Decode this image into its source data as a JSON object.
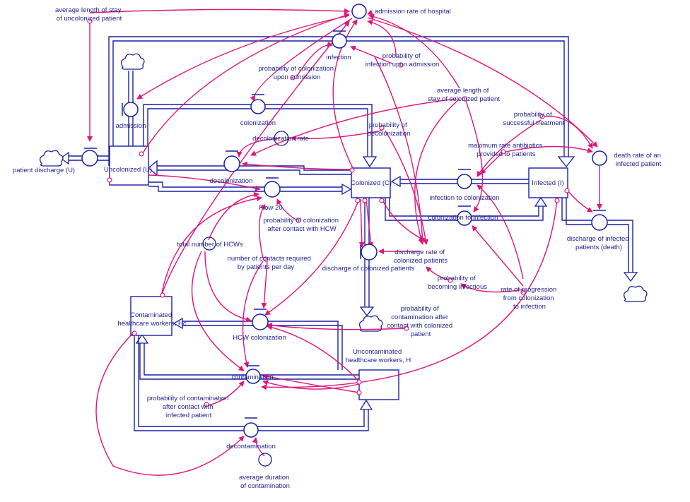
{
  "colors": {
    "flow": "#1a1fa6",
    "link": "#e0157a",
    "text": "#1f1f8f"
  },
  "stocks": {
    "uncolonized": "Uncolonized (U)",
    "colonized": "Colonized (C)",
    "infected": "Infected (I)",
    "contaminated": [
      "Contaminated",
      "healthcare workers, Hc"
    ],
    "uncontaminated": [
      "Uncontaminated",
      "healthcare workers, H"
    ]
  },
  "flows": {
    "admission": "admission",
    "patient_discharge": "patient discharge (U)",
    "colonization": "colonization",
    "decolonization": "decolonization",
    "flow20": "Flow 20",
    "infection_to_colonization": "infection to colonization",
    "colonization_to_infection": "colonization to infection",
    "discharge_colonized": "discharge of colonized patients",
    "discharge_infected": [
      "discharge of infected",
      "patients (death)"
    ],
    "hcw_colonization": "HCW colonization",
    "contamination": "contamination",
    "decontamination": "decontamination"
  },
  "variables": {
    "admission_rate": "admission rate of hospital",
    "infection": "infection",
    "avg_stay_uncolonized": [
      "average length of stay",
      "of uncolonized patient"
    ],
    "prob_infection_admission": [
      "probability of",
      "infection upon admission"
    ],
    "prob_colonization_admission": [
      "probability of colonization",
      "upon admission"
    ],
    "avg_stay_colonized": [
      "average length of",
      "stay of colonized patient"
    ],
    "prob_successful_treatment": [
      "probability of",
      "successful treatment"
    ],
    "decolonization_rate": "decolonization rate",
    "prob_decolonization": [
      "probability of",
      "decolonization"
    ],
    "max_rate_antibiotics": [
      "maximum rate antibiotics",
      "provided to patients"
    ],
    "death_rate": [
      "death rate of an",
      "infected patient"
    ],
    "prob_colonization_contact": [
      "probability of colonization",
      "after contact with HCW"
    ],
    "total_hcws": "total number of HCWs",
    "contacts_required": [
      "number of contacts required",
      "by patients per day"
    ],
    "discharge_rate_colonized": [
      "discharge rate of",
      "colonized patients"
    ],
    "prob_becoming_infectious": [
      "probability of",
      "becoming infectious"
    ],
    "rate_progression": [
      "rate of progression",
      "from colonization",
      "to infection"
    ],
    "prob_contamination_colonized": [
      "probability of",
      "contamination after",
      "contact with colonized",
      "patient"
    ],
    "prob_contamination_infected": [
      "probability of contamination",
      "after contact with",
      "infected patient"
    ],
    "avg_duration_contamination": [
      "average duration",
      "of contamination"
    ]
  }
}
